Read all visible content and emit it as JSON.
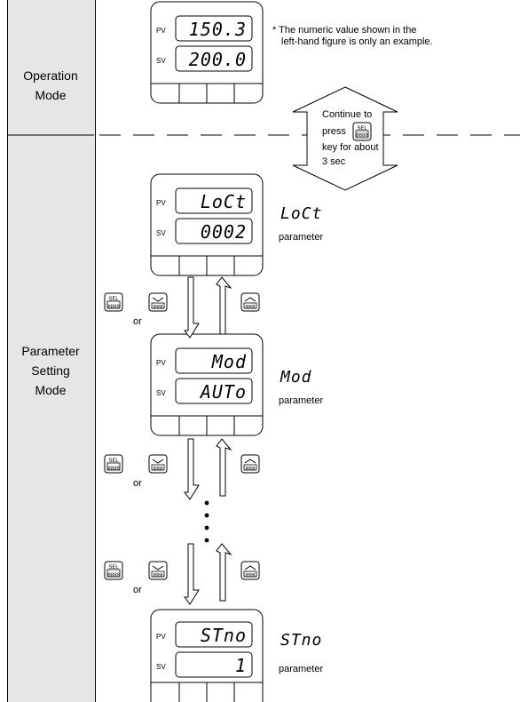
{
  "modes": {
    "operation": [
      "Operation",
      "Mode"
    ],
    "parameter": [
      "Parameter",
      "Setting",
      "Mode"
    ]
  },
  "note": [
    "* The numeric value shown in the",
    "left-hand figure is only an example."
  ],
  "continue_box": [
    "Continue to",
    "press",
    "key for about",
    "3 sec"
  ],
  "indicators": {
    "pv": "PV",
    "sv": "SV"
  },
  "displays": [
    {
      "pv": "150.3",
      "sv": "200.0"
    },
    {
      "pv": "LoCt",
      "sv": "0002"
    },
    {
      "pv": "Mod",
      "sv": "AUTo"
    },
    {
      "pv": "STno",
      "sv": "1"
    }
  ],
  "parameters": [
    {
      "code": "LoCt",
      "label": "parameter"
    },
    {
      "code": "Mod",
      "label": "parameter"
    },
    {
      "code": "STno",
      "label": "parameter"
    }
  ],
  "keys": {
    "sel": "SEL",
    "digits": "8888",
    "or": "or"
  }
}
